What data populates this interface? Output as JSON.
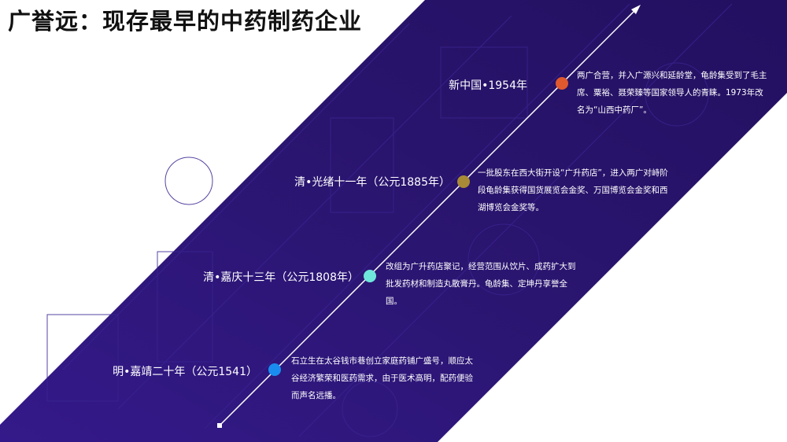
{
  "title": "广誉远：现存最早的中药制药企业",
  "colors": {
    "band": "#2a1570",
    "timeline_line": "#ffffff",
    "dot_1954": "#e0582e",
    "dot_1885": "#a88b36",
    "dot_1808": "#6fe6dc",
    "dot_1541": "#1a8cf0"
  },
  "events": [
    {
      "period": "新中国•1954年",
      "description": "两广合营，并入广源兴和延龄堂，龟龄集受到了毛主席、粟裕、聂荣臻等国家领导人的青睐。1973年改名为“山西中药厂”。"
    },
    {
      "period": "清•光绪十一年（公元1885年）",
      "description": "一批股东在西大街开设“广升药店”，进入两广对峙阶段龟龄集获得国货展览会金奖、万国博览会金奖和西湖博览会金奖等。"
    },
    {
      "period": "清•嘉庆十三年（公元1808年）",
      "description": "改组为广升药店聚记，经营范围从饮片、成药扩大到批发药材和制造丸散膏丹。龟龄集、定坤丹享誉全国。"
    },
    {
      "period": "明•嘉靖二十年（公元1541）",
      "description": "石立生在太谷钱市巷创立家庭药铺广盛号，顺应太谷经济繁荣和医药需求，由于医术高明，配药便验而声名远播。"
    }
  ]
}
